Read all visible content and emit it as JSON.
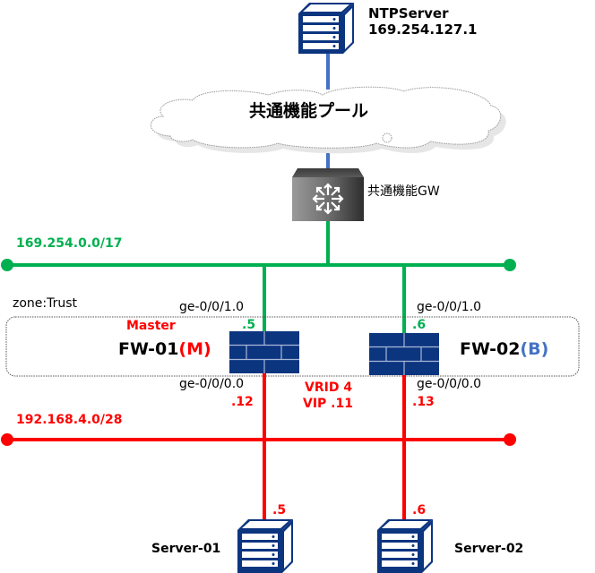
{
  "colors": {
    "green": "#00b050",
    "red": "#ff0000",
    "blue_link": "#4472c4",
    "backup_blue": "#4472c4",
    "device_navy": "#0c3580"
  },
  "ntp_server": {
    "name": "NTPServer",
    "ip": "169.254.127.1",
    "icon": "server-icon"
  },
  "cloud": {
    "label": "共通機能プール",
    "icon": "cloud-icon"
  },
  "gateway": {
    "label": "共通機能GW",
    "icon": "router-icon"
  },
  "networks": {
    "upper": {
      "cidr": "169.254.0.0/17"
    },
    "lower": {
      "cidr": "192.168.4.0/28"
    }
  },
  "zone": {
    "label": "zone:Trust"
  },
  "fw01": {
    "name": "FW-01",
    "role_suffix": "(M)",
    "role_label": "Master",
    "upper_if": "ge-0/0/1.0",
    "upper_ip": ".5",
    "lower_if": "ge-0/0/0.0",
    "lower_ip": ".12",
    "icon": "firewall-icon"
  },
  "fw02": {
    "name": "FW-02",
    "role_suffix": "(B)",
    "upper_if": "ge-0/0/1.0",
    "upper_ip": ".6",
    "lower_if": "ge-0/0/0.0",
    "lower_ip": ".13",
    "icon": "firewall-icon"
  },
  "vrrp": {
    "vrid": "VRID 4",
    "vip": "VIP .11"
  },
  "server01": {
    "name": "Server-01",
    "ip": ".5",
    "icon": "server-icon"
  },
  "server02": {
    "name": "Server-02",
    "ip": ".6",
    "icon": "server-icon"
  }
}
